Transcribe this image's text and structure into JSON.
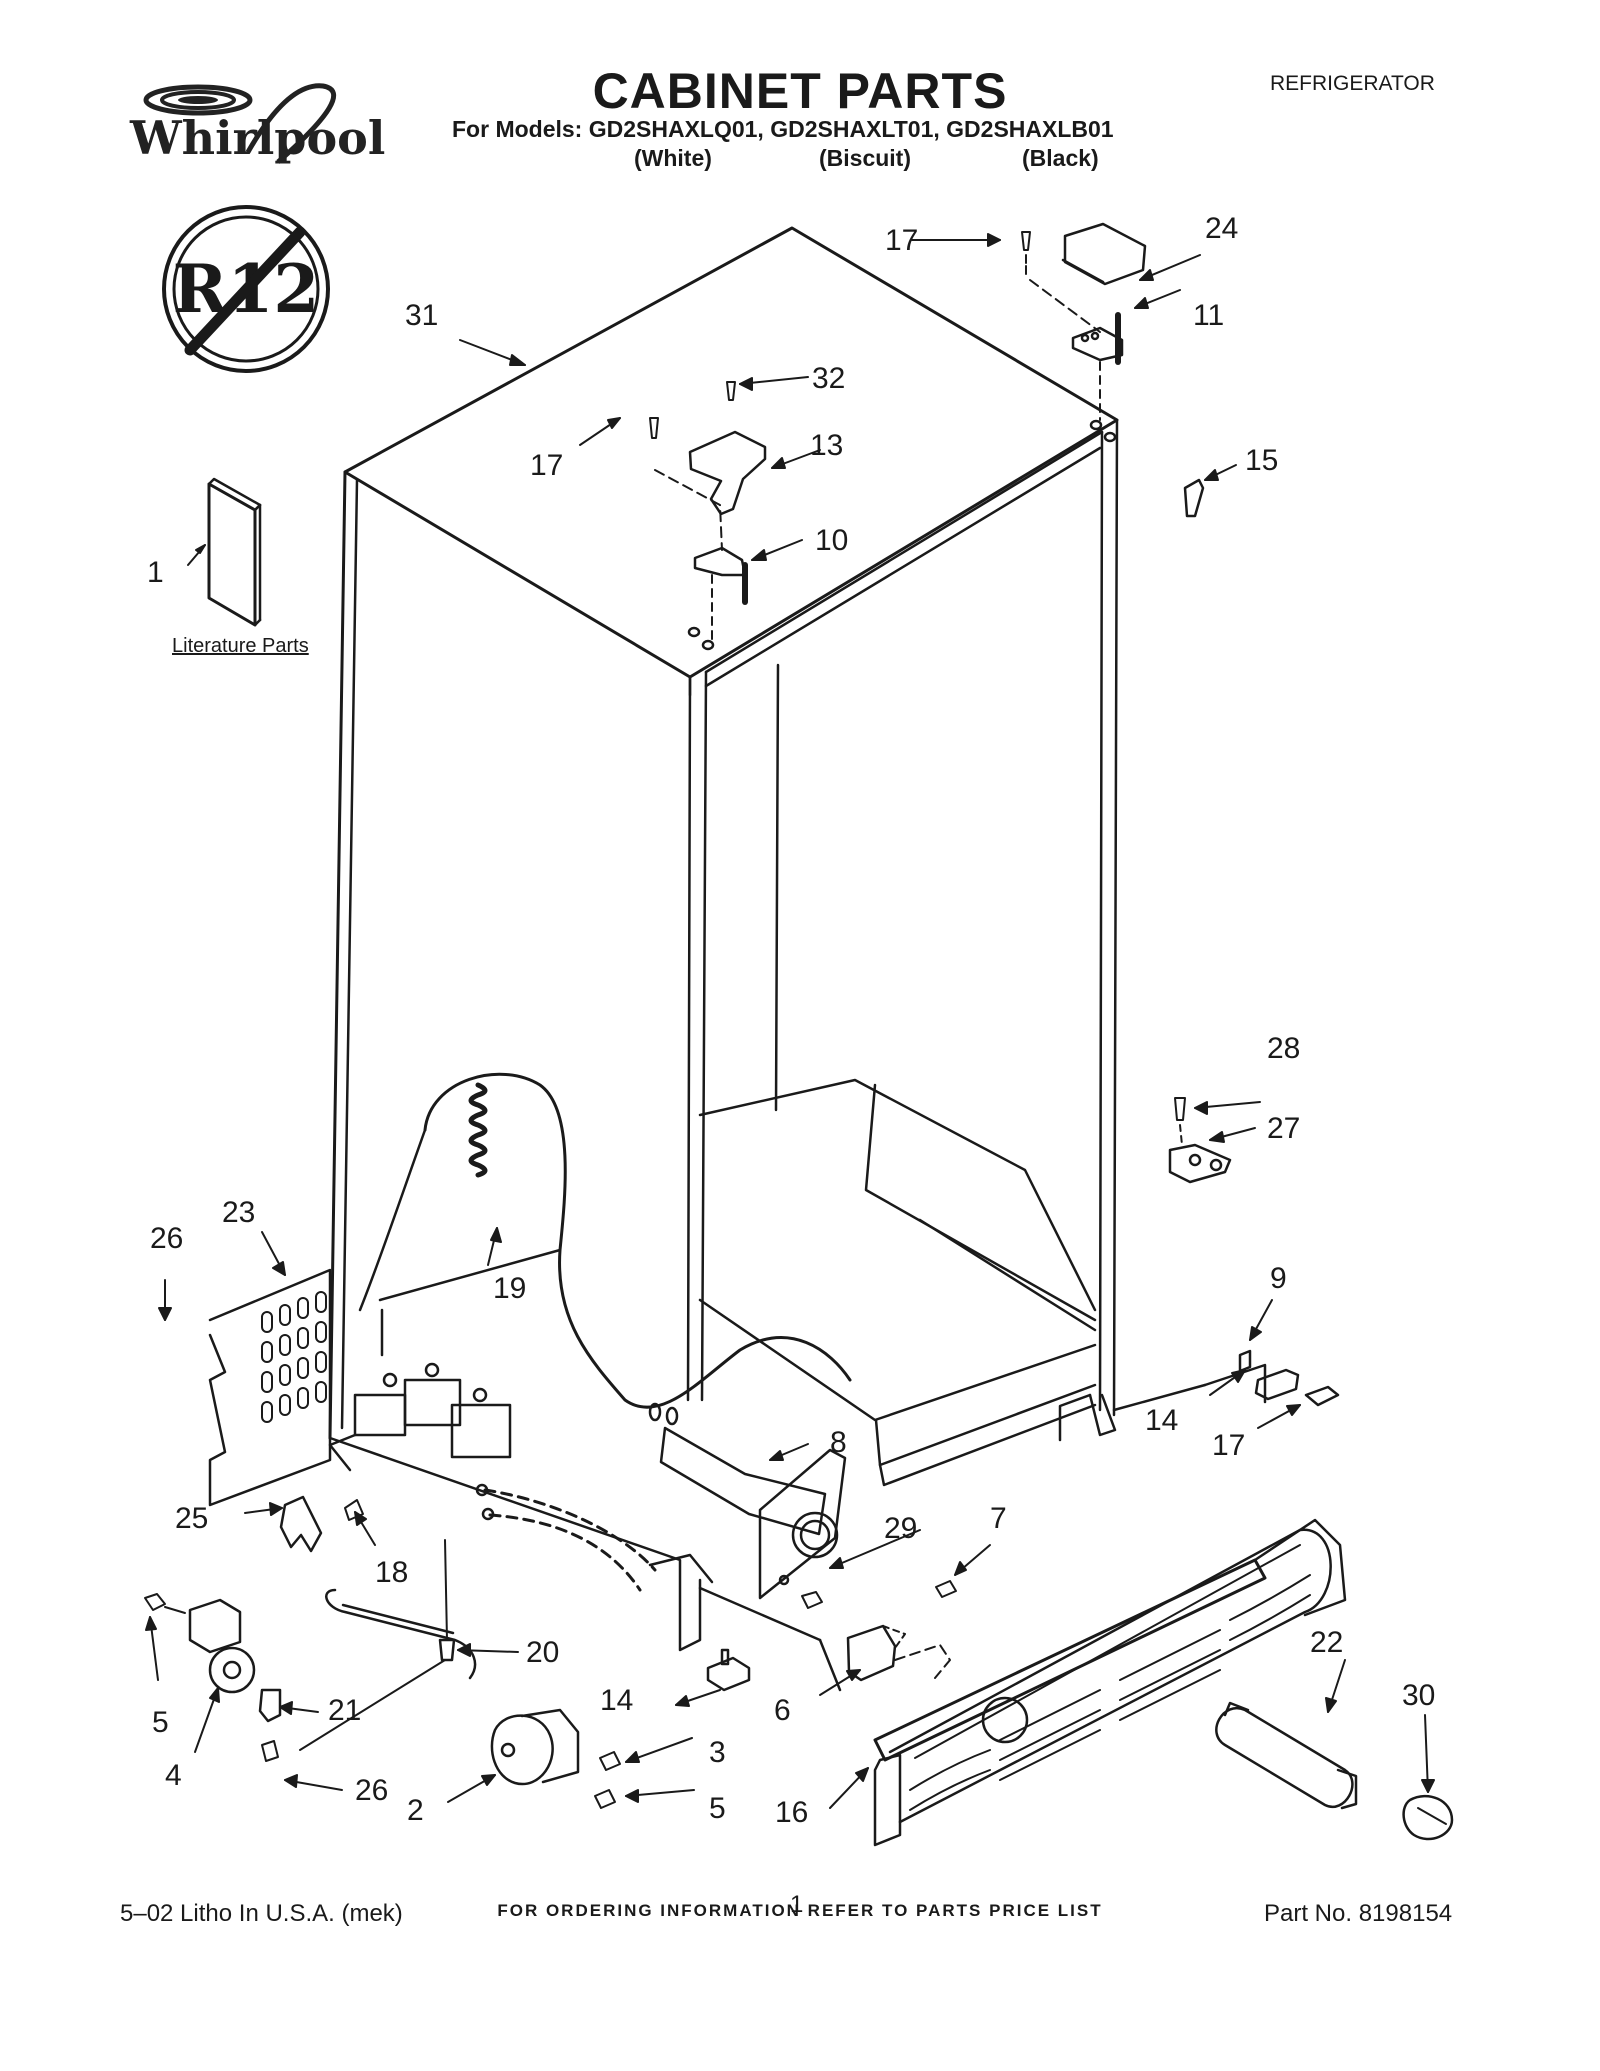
{
  "brand": {
    "logo_text": "Whirlpool"
  },
  "header": {
    "title": "CABINET PARTS",
    "models_line": "For Models: GD2SHAXLQ01, GD2SHAXLT01, GD2SHAXLB01",
    "colors": [
      "(White)",
      "(Biscuit)",
      "(Black)"
    ],
    "category": "REFRIGERATOR"
  },
  "badge": {
    "text": "R12"
  },
  "literature": {
    "label": "Literature Parts"
  },
  "callouts": [
    "1",
    "2",
    "3",
    "4",
    "5",
    "5",
    "6",
    "7",
    "8",
    "9",
    "10",
    "11",
    "13",
    "14",
    "14",
    "15",
    "16",
    "17",
    "17",
    "17",
    "18",
    "19",
    "20",
    "21",
    "22",
    "23",
    "24",
    "25",
    "26",
    "26",
    "27",
    "28",
    "29",
    "30",
    "31",
    "32"
  ],
  "footer": {
    "ordering": "FOR ORDERING INFORMATION REFER TO PARTS PRICE LIST",
    "litho": "5–02 Litho In U.S.A. (mek)",
    "page": "1",
    "part_no": "Part No. 8198154"
  }
}
